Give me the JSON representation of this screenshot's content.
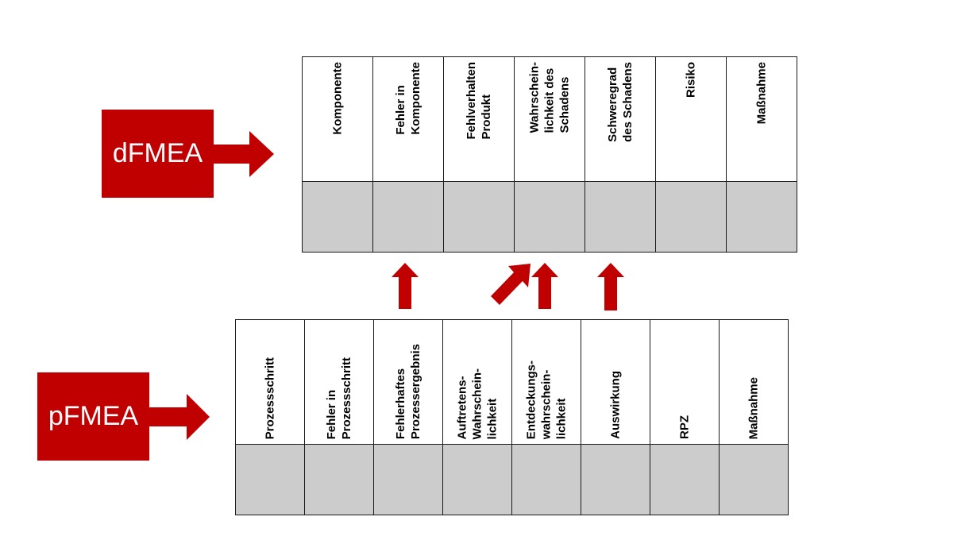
{
  "colors": {
    "accent": "#c00000",
    "cell_gray": "#cccccc",
    "border": "#1a1a1a"
  },
  "dfmea": {
    "label": "dFMEA",
    "columns": [
      "Komponente",
      "Fehler in\nKomponente",
      "Fehlverhalten\nProdukt",
      "Wahrschein-\nlichkeit des\nSchadens",
      "Schweregrad\ndes Schadens",
      "Risiko",
      "Maßnahme"
    ]
  },
  "pfmea": {
    "label": "pFMEA",
    "columns": [
      "Prozessschritt",
      "Fehler in\nProzessschritt",
      "Fehlerhaftes\nProzessergebnis",
      "Auftretens-\nWahrschein-\nlichkeit",
      "Entdeckungs-\nwahrschein-\nlichkeit",
      "Auswirkung",
      "RPZ",
      "Maßnahme"
    ]
  }
}
